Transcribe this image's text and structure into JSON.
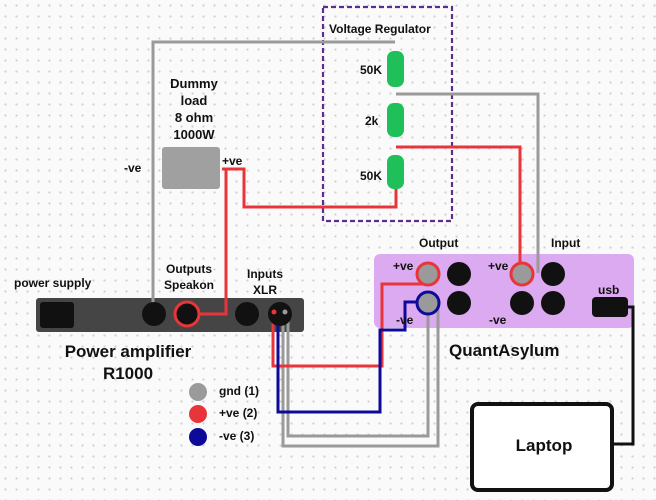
{
  "colors": {
    "gnd": "#9a9a9a",
    "pos": "#e8353a",
    "neg": "#0d0a99",
    "resistor": "#1fbf5a",
    "regulator_border": "#5b2d91",
    "amplifier_body": "#454545",
    "quantasylum_body": "#dcaaf0",
    "dummy_load": "#a0a0a0"
  },
  "regulator": {
    "title": "Voltage Regulator",
    "r_top": "50K",
    "r_mid": "2k",
    "r_bot": "50K"
  },
  "dummy_load": {
    "lines": [
      "Dummy",
      "load",
      "8 ohm",
      "1000W"
    ],
    "neg_label": "-ve",
    "pos_label": "+ve"
  },
  "amplifier": {
    "power_supply_label": "power supply",
    "outputs_label": [
      "Outputs",
      "Speakon"
    ],
    "inputs_label": [
      "Inputs",
      "XLR"
    ],
    "name": [
      "Power amplifier",
      "R1000"
    ]
  },
  "quantasylum": {
    "output_label": "Output",
    "input_label": "Input",
    "out_pos": "+ve",
    "out_neg": "-ve",
    "in_pos": "+ve",
    "in_neg": "-ve",
    "usb_label": "usb",
    "name": "QuantAsylum"
  },
  "legend": [
    {
      "label": "gnd (1)",
      "color": "gnd"
    },
    {
      "label": "+ve (2)",
      "color": "pos"
    },
    {
      "label": "-ve (3)",
      "color": "neg"
    }
  ],
  "laptop": {
    "label": "Laptop"
  }
}
